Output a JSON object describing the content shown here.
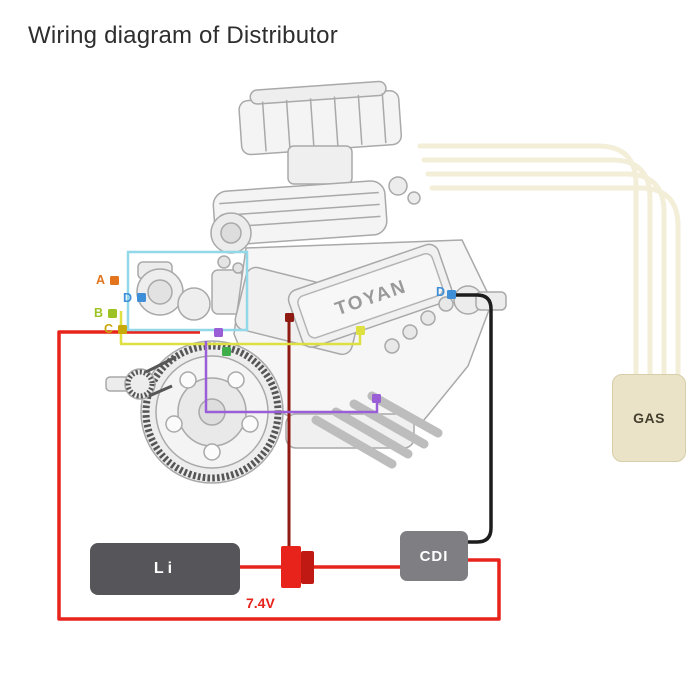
{
  "title": "Wiring diagram of Distributor",
  "engine": {
    "brand": "TOYAN"
  },
  "battery": {
    "label": "Li",
    "voltage": "7.4V"
  },
  "cdi": {
    "label": "CDI"
  },
  "gas": {
    "label": "GAS"
  },
  "connectors": [
    {
      "id": "A",
      "color": "#e2751d"
    },
    {
      "id": "B",
      "color": "#9cc223"
    },
    {
      "id": "C",
      "color": "#c9a80a"
    },
    {
      "id": "D",
      "color": "#3f8fd8"
    }
  ],
  "colors": {
    "red_wire": "#e8231b",
    "connector_red_dark": "#c01812",
    "dark_red_wire": "#8e1a12",
    "black_wire": "#1d1d1d",
    "cyan_wire": "#92d8e8",
    "yellow_wire": "#dde03e",
    "purple_wire": "#9a5fd6",
    "green_marker": "#3fae4a",
    "fuel_line": "#f3eed8",
    "battery_fill": "#56565a",
    "cdi_fill": "#7e7e83",
    "gas_fill": "#eae3c8"
  }
}
